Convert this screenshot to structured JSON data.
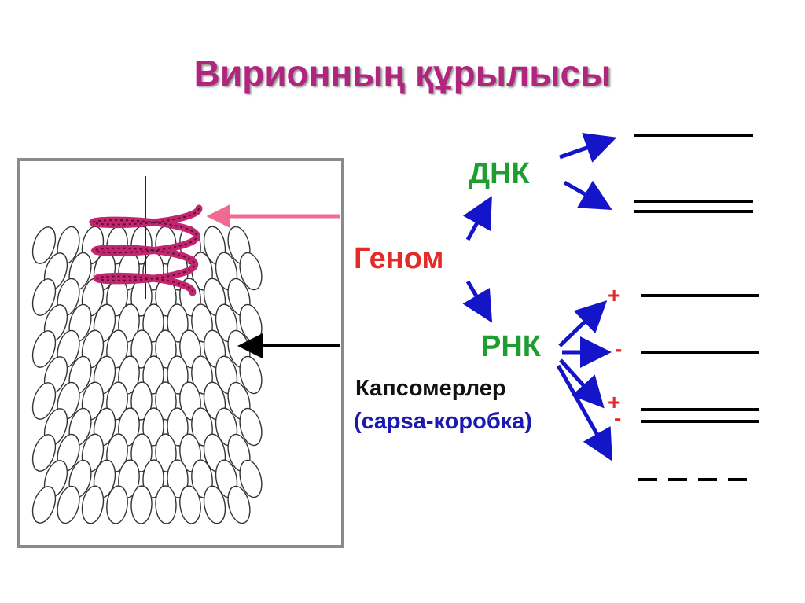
{
  "title": "Вирионның құрылысы",
  "labels": {
    "dna": "ДНК",
    "genome": "Геном",
    "rna": "РНК",
    "capsomers": "Капсомерлер",
    "capsa": "(capsa-коробка)"
  },
  "strand_signs": [
    "+",
    "-",
    "+",
    "-"
  ],
  "colors": {
    "title": "#b0257e",
    "genome": "#e52a2a",
    "nucleic_acid": "#1e9e31",
    "arrow": "#1414c8",
    "helix": "#c2266e",
    "pink_arrow": "#f06b93",
    "capsa_text": "#1a1ab0"
  },
  "icons": {
    "virion": "tobacco-mosaic-virus-illustration",
    "pointer_to_helix": "pink-arrow-left-icon",
    "pointer_to_capsomers": "black-arrow-left-icon"
  }
}
